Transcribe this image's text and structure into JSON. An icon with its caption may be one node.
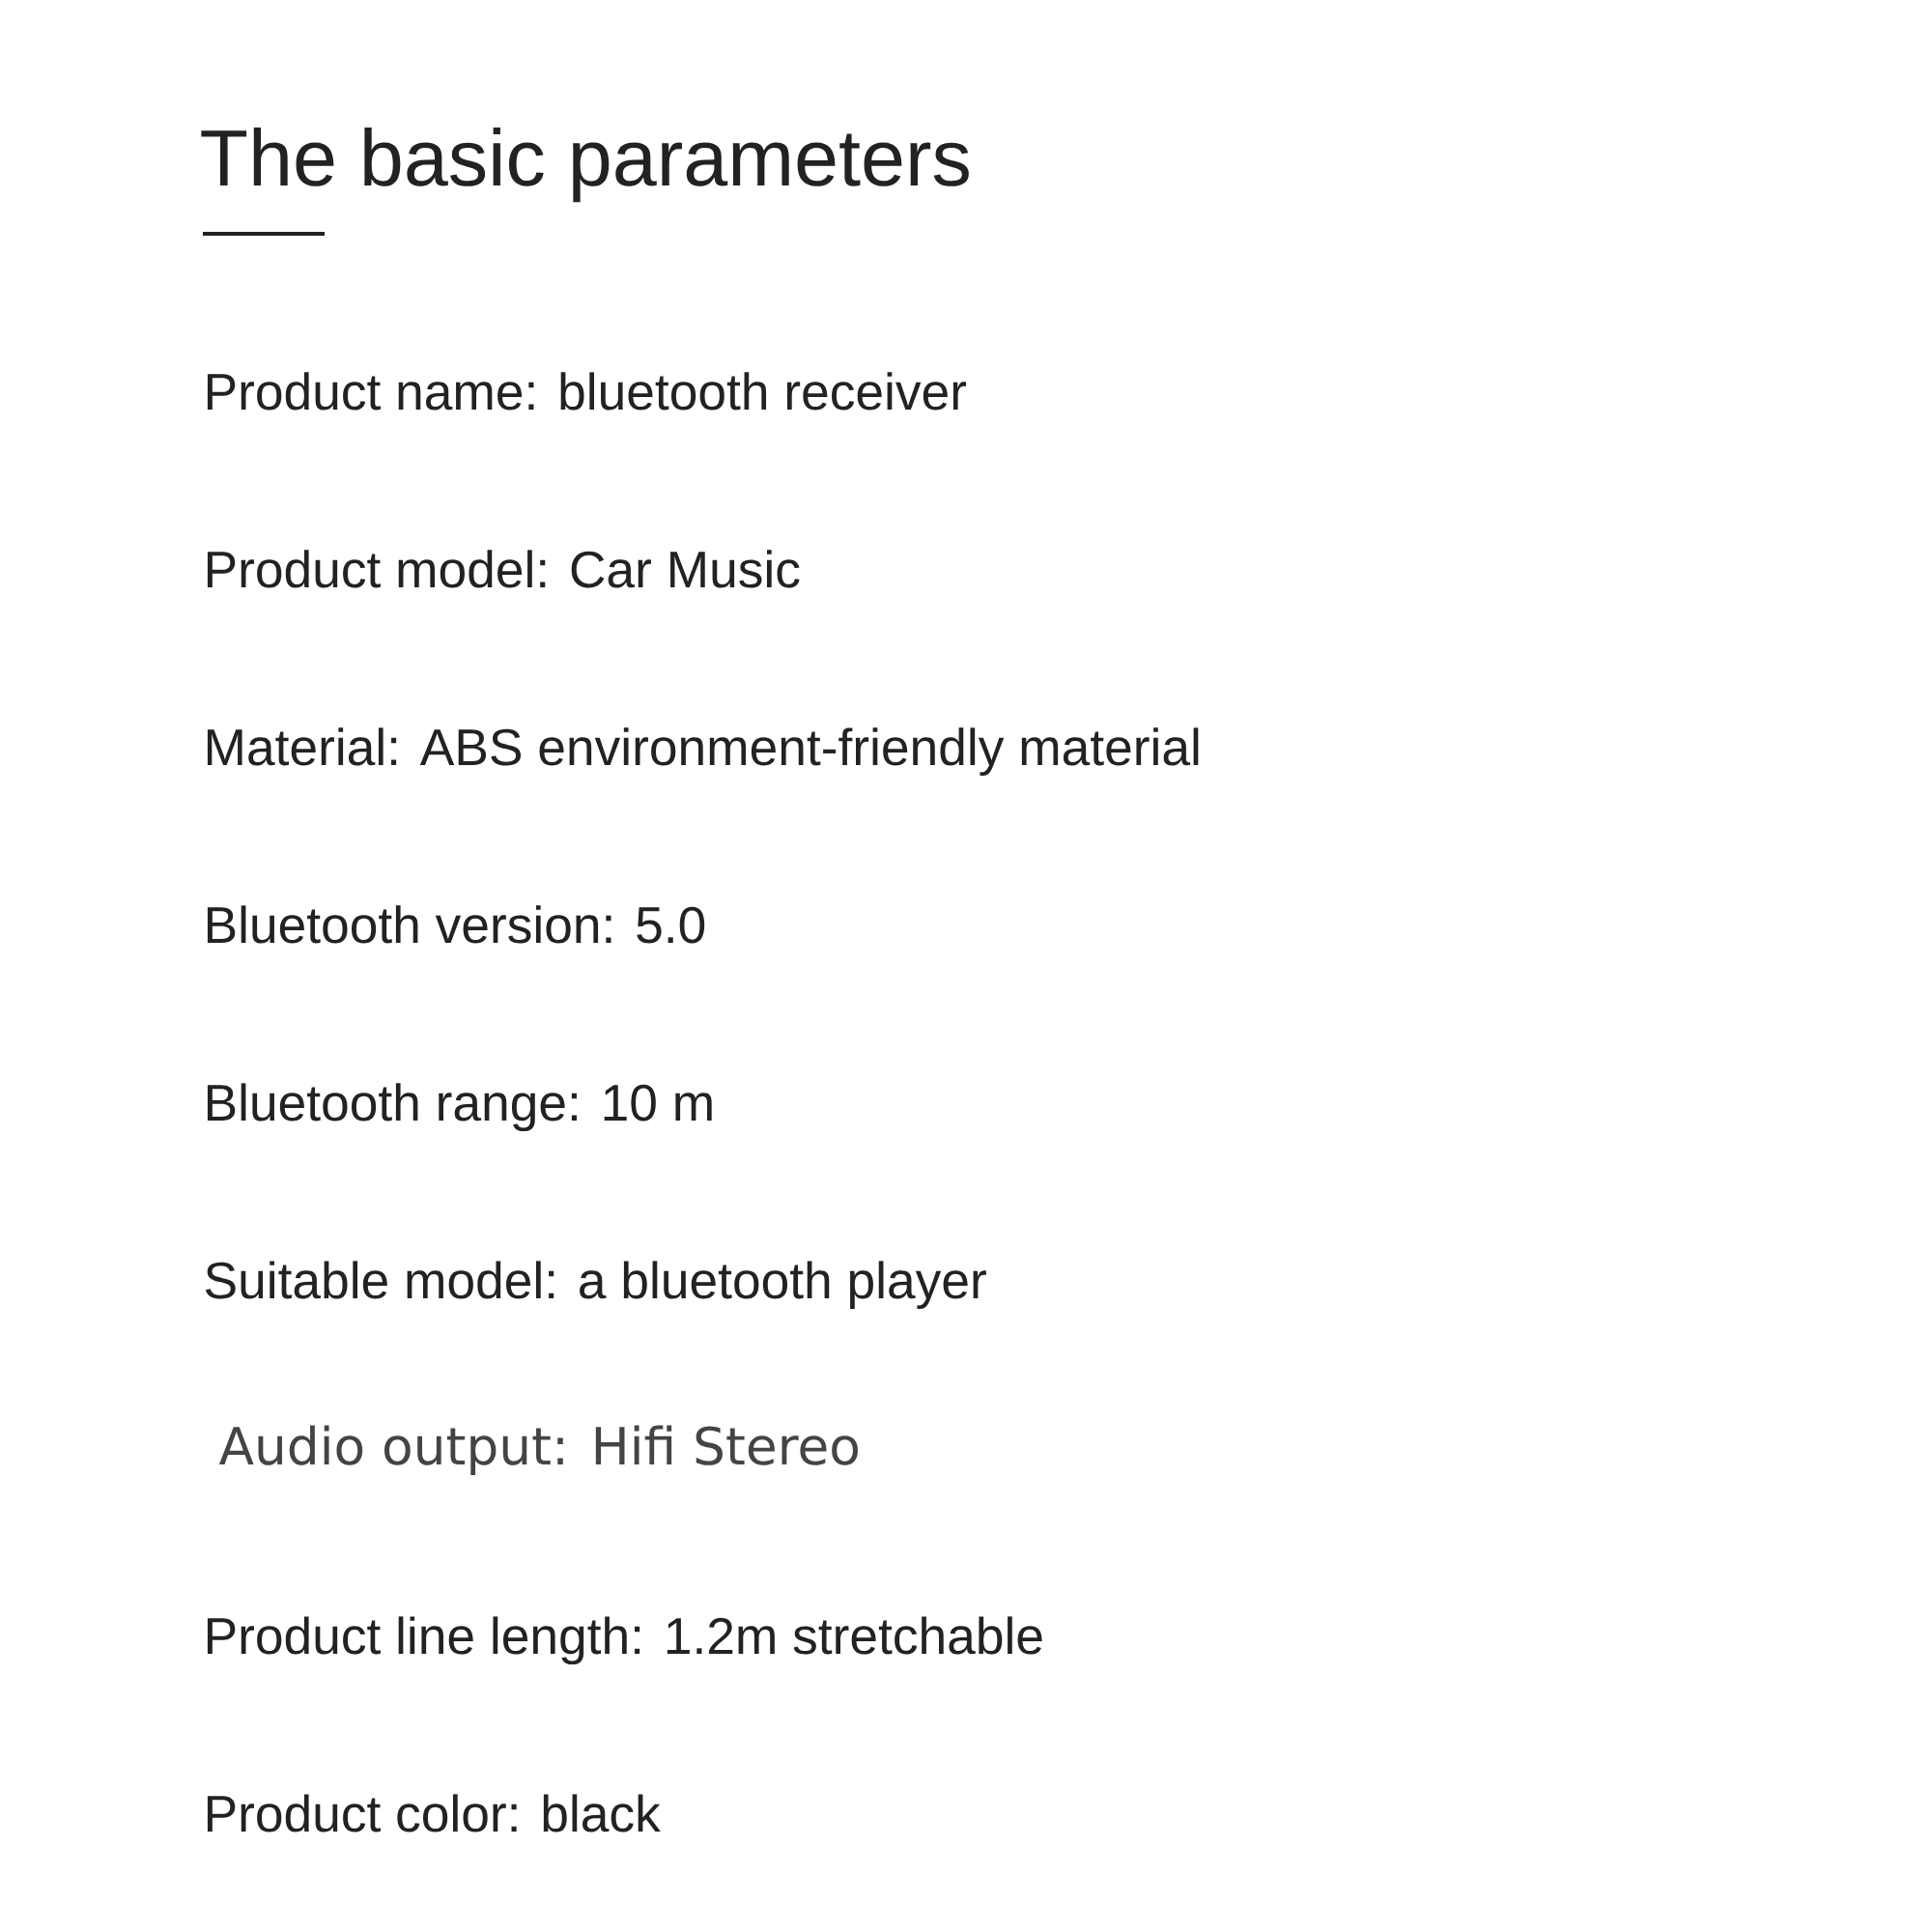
{
  "diagram": {
    "title": "The basic parameters",
    "labels": [
      "Product name: bluetooth receiver",
      "Product model: Car Music",
      "Material: ABS environment-friendly material",
      "Bluetooth version: 5.0",
      "Bluetooth range: 10 m",
      "Suitable model: a bluetooth player",
      "Audio output: Hifi Stereo",
      "Product line length: 1.2m stretchable",
      "Product color: black"
    ]
  }
}
